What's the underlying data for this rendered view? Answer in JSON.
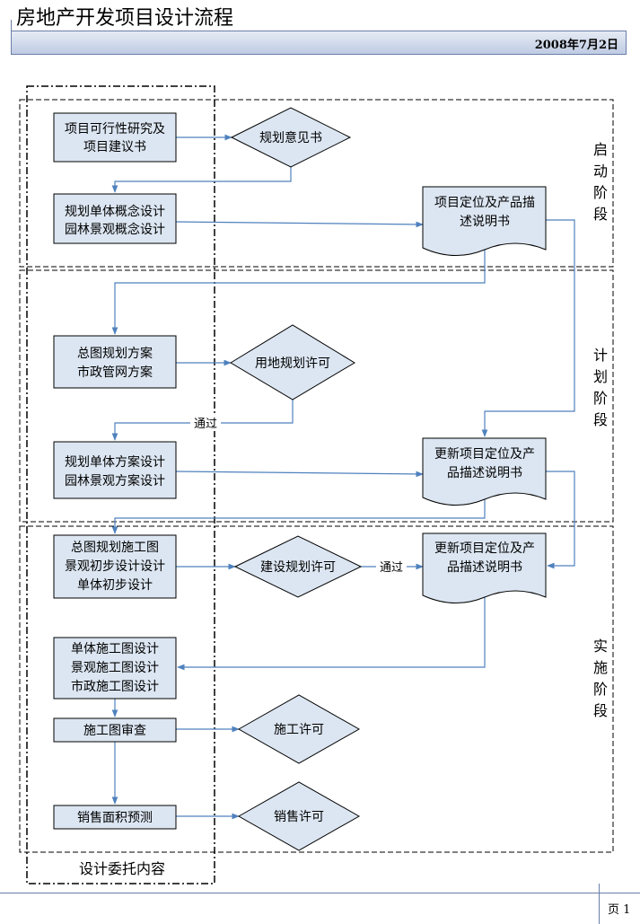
{
  "title": "房地产开发项目设计流程",
  "date": "2008年7月2日",
  "page": "页 1",
  "stages": {
    "start": [
      "启",
      "动",
      "阶",
      "段"
    ],
    "plan": [
      "计",
      "划",
      "阶",
      "段"
    ],
    "impl": [
      "实",
      "施",
      "阶",
      "段"
    ]
  },
  "delegate_label": "设计委托内容",
  "nodes": {
    "feasibility": [
      "项目可行性研究及",
      "项目建议书"
    ],
    "planning_opinion": [
      "规划意见书"
    ],
    "concept_design": [
      "规划单体概念设计",
      "园林景观概念设计"
    ],
    "positioning_doc": [
      "项目定位及产品描",
      "述说明书"
    ],
    "master_plan": [
      "总图规划方案",
      "市政管网方案"
    ],
    "land_permit": [
      "用地规划许可"
    ],
    "scheme_design": [
      "规划单体方案设计",
      "园林景观方案设计"
    ],
    "update_doc_1": [
      "更新项目定位及产",
      "品描述说明书"
    ],
    "construction_plan": [
      "总图规划施工图",
      "景观初步设计设计",
      "单体初步设计"
    ],
    "construction_permit_planning": [
      "建设规划许可"
    ],
    "update_doc_2": [
      "更新项目定位及产",
      "品描述说明书"
    ],
    "construction_drawings": [
      "单体施工图设计",
      "景观施工图设计",
      "市政施工图设计"
    ],
    "drawing_review": [
      "施工图审查"
    ],
    "construction_permit": [
      "施工许可"
    ],
    "sales_area": [
      "销售面积预测"
    ],
    "sales_permit": [
      "销售许可"
    ]
  },
  "pass_labels": [
    "通过",
    "通过"
  ],
  "colors": {
    "box_fill": "#dce6f2",
    "box_stroke": "#000000",
    "arrow": "#4f81bd",
    "header_top": "#e6ebf4",
    "header_bottom": "#bfcbe3"
  }
}
